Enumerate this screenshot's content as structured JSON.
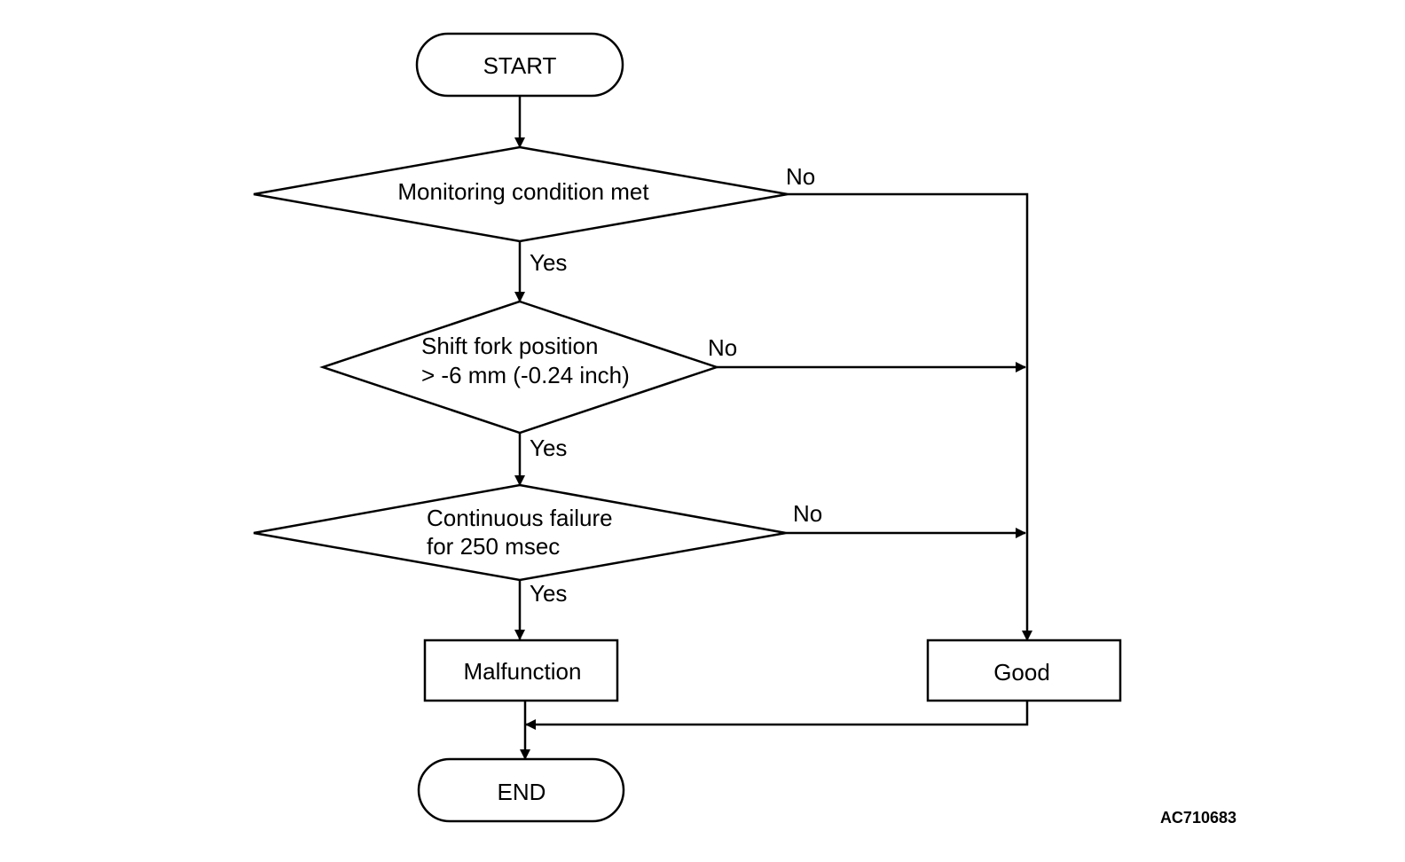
{
  "nodes": {
    "start": {
      "text": "START"
    },
    "monitoring": {
      "text": "Monitoring condition met"
    },
    "shift_fork": {
      "line1": "Shift fork position",
      "line2": "> -6 mm (-0.24 inch)"
    },
    "continuous": {
      "line1": "Continuous failure",
      "line2": "for 250 msec"
    },
    "malfunction": {
      "text": "Malfunction"
    },
    "good": {
      "text": "Good"
    },
    "end": {
      "text": "END"
    }
  },
  "branches": {
    "monitoring_yes": "Yes",
    "monitoring_no": "No",
    "shift_fork_yes": "Yes",
    "shift_fork_no": "No",
    "continuous_yes": "Yes",
    "continuous_no": "No"
  },
  "reference_code": "AC710683"
}
